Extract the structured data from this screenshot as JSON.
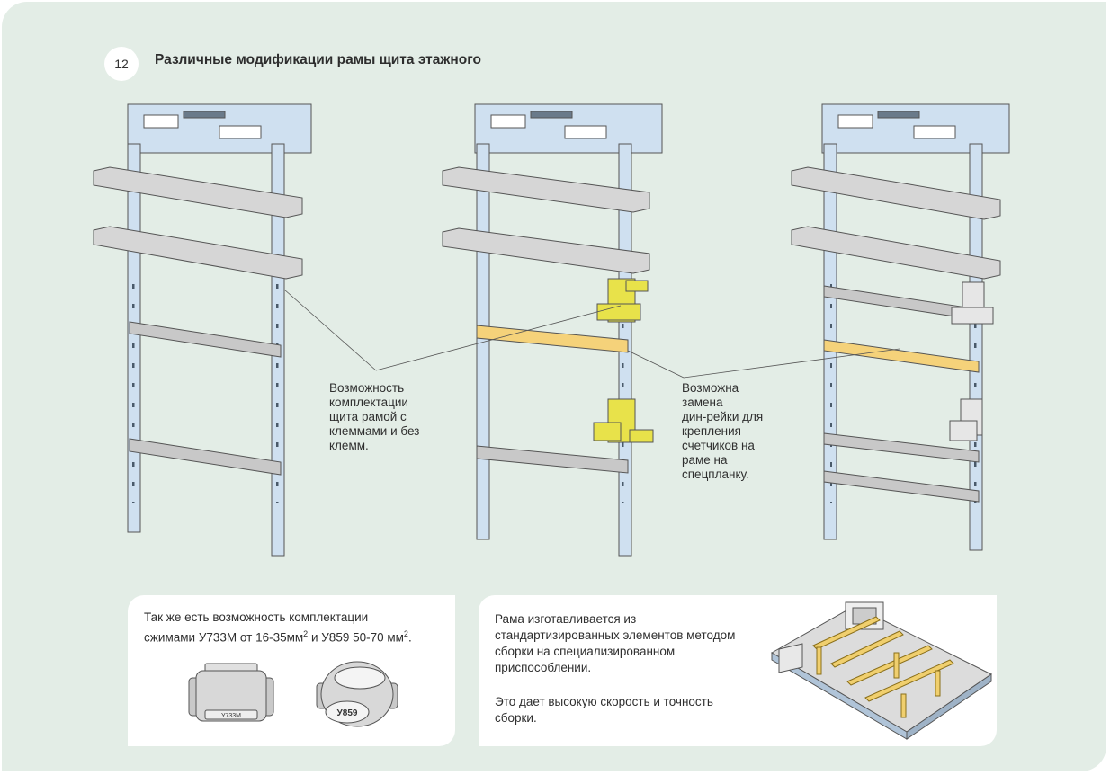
{
  "page": {
    "number": "12",
    "title": "Различные модификации рамы щита этажного"
  },
  "callouts": {
    "terminals": "Возможность\nкомплектации\nщита рамой с\nклеммами и без\nклемм.",
    "din_replace": "Возможна\nзамена\nдин-рейки для\nкрепления\nсчетчиков на\nраме на\nспецпланку."
  },
  "clamps_box": {
    "text_line1": "Так же есть возможность комплектации",
    "text_line2_a": "сжимами У733М от 16-35мм",
    "sup1": "2",
    "text_line2_b": " и У859 50-70 мм",
    "sup2": "2",
    "text_line2_c": ".",
    "clamp1_label": "У733М",
    "clamp2_label": "У859"
  },
  "assembly_box": {
    "paragraph1": "Рама изготавливается из\nстандартизированных элементов методом\nсборки на специализированном\nприспособлении.",
    "paragraph2": "Это дает высокую скорость и точность\nсборки."
  },
  "colors": {
    "background": "#e3ede6",
    "frame_blue": "#cfe0f0",
    "din_yellow": "#f5d27a",
    "bracket_yellow": "#e8e24a",
    "rail_gray": "#c8c8c8"
  }
}
